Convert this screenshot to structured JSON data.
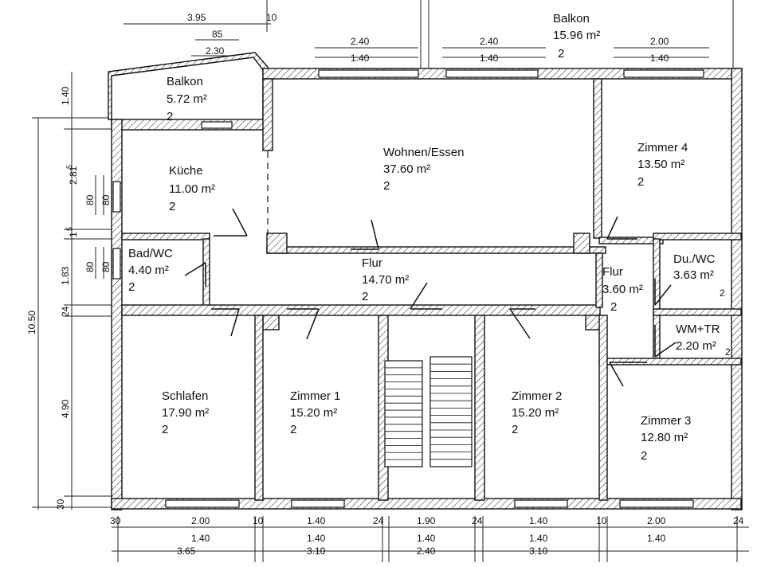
{
  "rooms": [
    {
      "name": "Balkon",
      "area": "5.72 m²",
      "count": "2"
    },
    {
      "name": "Balkon",
      "area": "15.96 m²",
      "count": "2"
    },
    {
      "name": "Wohnen/Essen",
      "area": "37.60 m²",
      "count": "2"
    },
    {
      "name": "Küche",
      "area": "11.00 m²",
      "count": "2"
    },
    {
      "name": "Zimmer 4",
      "area": "13.50 m²",
      "count": "2"
    },
    {
      "name": "Bad/WC",
      "area": "4.40 m²",
      "count": "2"
    },
    {
      "name": "Flur",
      "area": "14.70 m²",
      "count": "2"
    },
    {
      "name": "Flur",
      "area": "3.60 m²",
      "count": "2"
    },
    {
      "name": "Du./WC",
      "area": "3.63 m²",
      "count": "2"
    },
    {
      "name": "WM+TR",
      "area": "2.20 m²",
      "count": "2"
    },
    {
      "name": "Schlafen",
      "area": "17.90 m²",
      "count": "2"
    },
    {
      "name": "Zimmer 1",
      "area": "15.20 m²",
      "count": "2"
    },
    {
      "name": "Zimmer 2",
      "area": "15.20 m²",
      "count": "2"
    },
    {
      "name": "Zimmer 3",
      "area": "12.80 m²",
      "count": "2"
    }
  ],
  "dims_top": [
    "3.95",
    "10",
    "85",
    "2.30",
    "2.40",
    "1.40",
    "2.40",
    "1.40",
    "2.00",
    "1.40"
  ],
  "dims_bottom_row1": [
    "30",
    "2.00",
    "10",
    "1.40",
    "24",
    "1.90",
    "24",
    "1.40",
    "10",
    "2.00",
    "24"
  ],
  "dims_bottom_row2": [
    "1.40",
    "1.40",
    "1.40",
    "1.40",
    "1.40"
  ],
  "dims_bottom_row3": [
    "3.65",
    "3.10",
    "2.40",
    "3.10"
  ],
  "dims_left": [
    "1.40",
    "2.81",
    "5",
    "80",
    "80",
    "1",
    "5",
    "1.83",
    "80",
    "80",
    "24",
    "10.50",
    "4.90",
    "30"
  ]
}
